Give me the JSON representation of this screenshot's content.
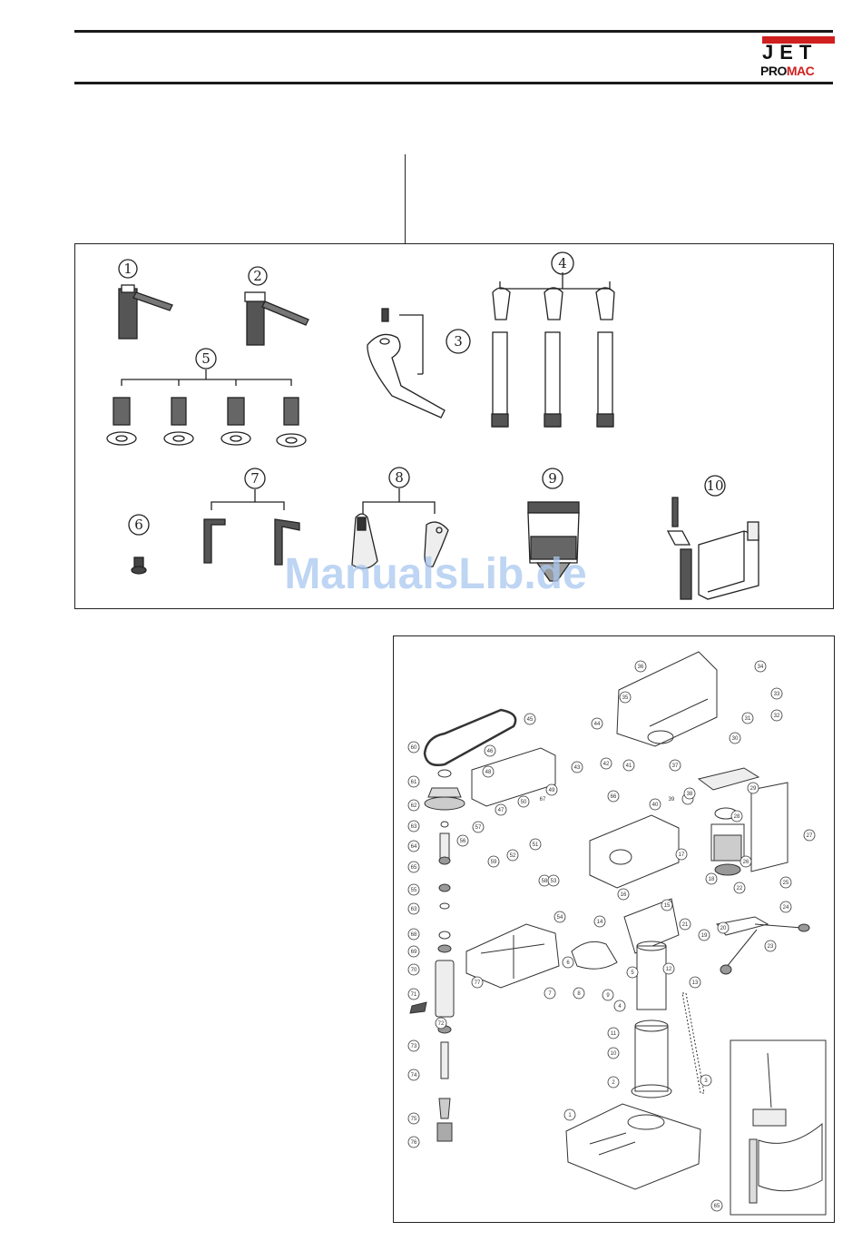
{
  "brand": {
    "line1": "JET",
    "line2_pro": "PRO",
    "line2_mac": "MAC",
    "accent_color": "#d0201f"
  },
  "watermark": "ManualsLib.de",
  "accessories": {
    "labels": [
      "1",
      "2",
      "3",
      "4",
      "5",
      "6",
      "7",
      "8",
      "9",
      "10"
    ]
  },
  "exploded_view": {
    "labels": [
      "36",
      "45",
      "44",
      "46",
      "35",
      "34",
      "33",
      "32",
      "31",
      "30",
      "37",
      "43",
      "42",
      "41",
      "40",
      "39",
      "38",
      "60",
      "61",
      "62",
      "63",
      "64",
      "65",
      "55",
      "63",
      "48",
      "47",
      "49",
      "50",
      "52",
      "51",
      "56",
      "57",
      "59",
      "58",
      "28",
      "29",
      "26",
      "27",
      "25",
      "24",
      "23",
      "22",
      "20",
      "19",
      "21",
      "18",
      "17",
      "16",
      "15",
      "14",
      "13",
      "12",
      "11",
      "10",
      "9",
      "8",
      "7",
      "6",
      "5",
      "4",
      "3",
      "2",
      "1",
      "68",
      "69",
      "70",
      "71",
      "72",
      "73",
      "74",
      "75",
      "76",
      "77",
      "54",
      "53",
      "66",
      "67",
      "65"
    ]
  }
}
